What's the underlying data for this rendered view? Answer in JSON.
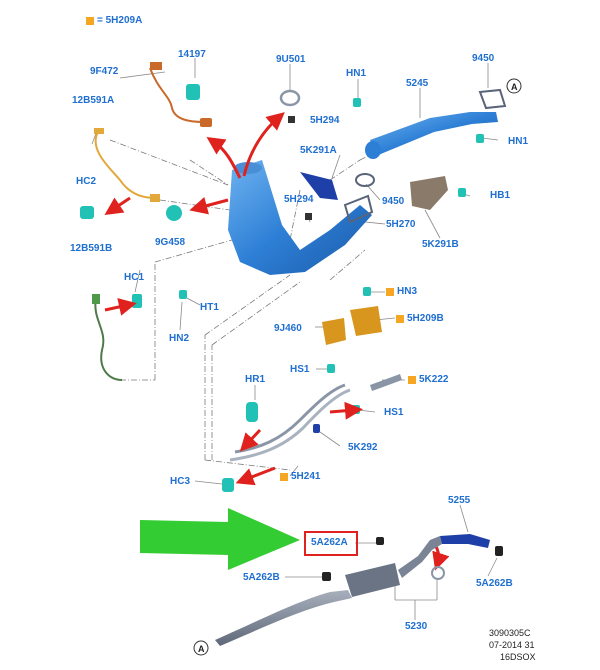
{
  "legend": {
    "text": "= 5H209A",
    "marker_color": "#f5a623"
  },
  "labels": {
    "p9F472": "9F472",
    "p14197": "14197",
    "p9U501": "9U501",
    "pHN1a": "HN1",
    "p9450a": "9450",
    "p12B591A": "12B591A",
    "p5245": "5245",
    "p5H294a": "5H294",
    "pHN1b": "HN1",
    "p5K291A": "5K291A",
    "pHC2": "HC2",
    "p9G458": "9G458",
    "p5H294b": "5H294",
    "p9450b": "9450",
    "pHB1": "HB1",
    "p5H270": "5H270",
    "p5K291B": "5K291B",
    "p12B591B": "12B591B",
    "pHC1": "HC1",
    "pHN3": "HN3",
    "pHT1": "HT1",
    "pHN2": "HN2",
    "p9J460": "9J460",
    "p5H209B": "5H209B",
    "pHS1a": "HS1",
    "p5K222": "5K222",
    "pHR1": "HR1",
    "pHS1b": "HS1",
    "p5K292": "5K292",
    "pHC3": "HC3",
    "p5H241": "5H241",
    "p5255": "5255",
    "p5A262A": "5A262A",
    "p5A262B_left": "5A262B",
    "p5A262B_right": "5A262B",
    "p5230": "5230",
    "refA_top": "A",
    "refA_bottom": "A"
  },
  "footer": {
    "line1": "3090305C",
    "line2": "07-2014 31",
    "line3": "16DSOX"
  },
  "colors": {
    "label_blue": "#1f6fd1",
    "part_blue": "#2d7fd6",
    "sensor_teal": "#22c1b5",
    "arrow_red": "#e0221e",
    "pointer_green": "#33cc33",
    "highlight_box": "#e0221e",
    "connector_orange": "#f5a623"
  }
}
